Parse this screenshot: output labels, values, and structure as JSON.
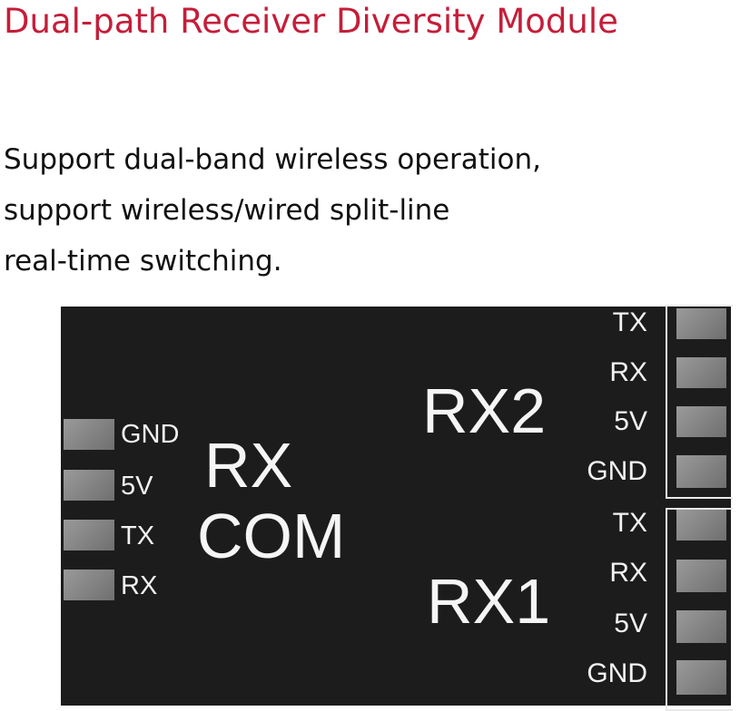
{
  "title": "Dual-path Receiver Diversity Module",
  "description": [
    "Support dual-band wireless operation,",
    "support wireless/wired split-line",
    "real-time switching."
  ],
  "board": {
    "com_label_1": "RX",
    "com_label_2": "COM",
    "com_pins": [
      "GND",
      "5V",
      "TX",
      "RX"
    ],
    "rx2_label": "RX2",
    "rx2_pins": [
      "TX",
      "RX",
      "5V",
      "GND"
    ],
    "rx1_label": "RX1",
    "rx1_pins": [
      "TX",
      "RX",
      "5V",
      "GND"
    ]
  }
}
